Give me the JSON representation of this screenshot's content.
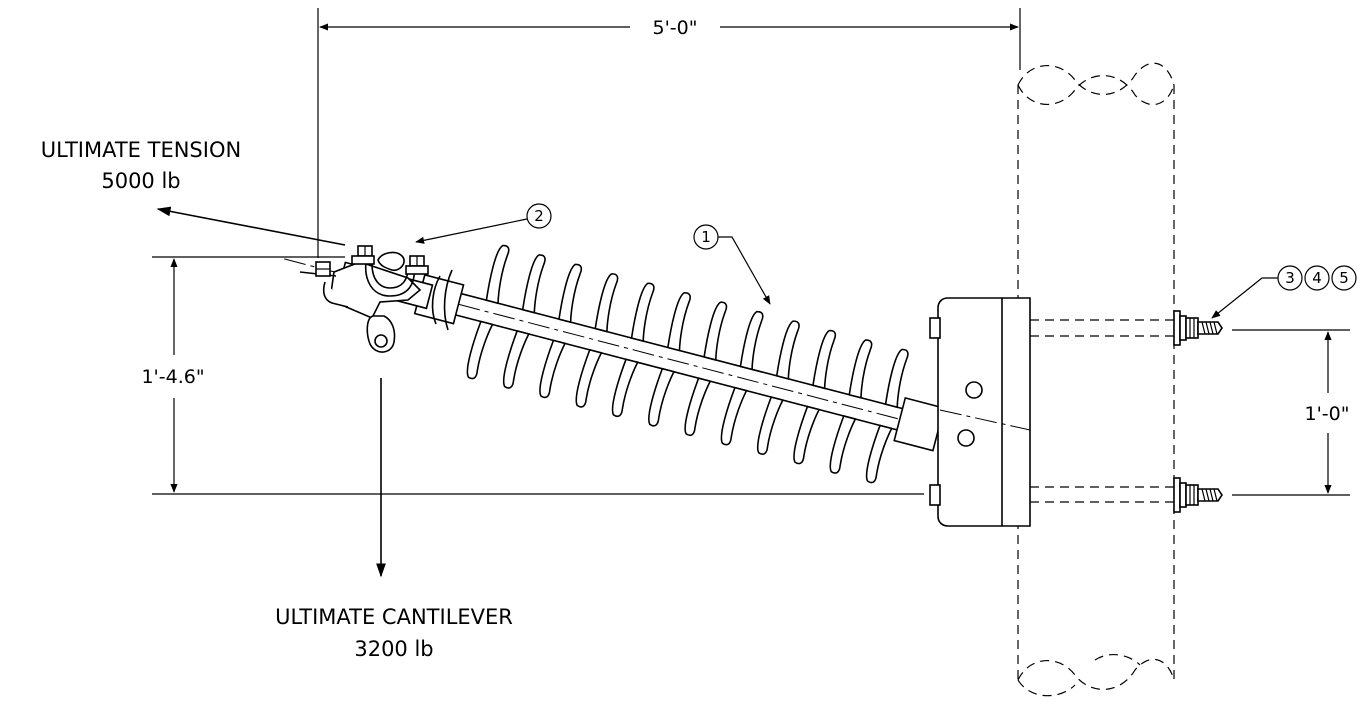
{
  "labels": {
    "tension_title": "ULTIMATE TENSION",
    "tension_value": "5000 lb",
    "cantilever_title": "ULTIMATE CANTILEVER",
    "cantilever_value": "3200 lb"
  },
  "dimensions": {
    "horizontal": "5'-0\"",
    "vertical_left": "1'-4.6\"",
    "vertical_right": "1'-0\""
  },
  "balloons": {
    "b1": "1",
    "b2": "2",
    "b3": "3",
    "b4": "4",
    "b5": "5"
  },
  "insulator": {
    "shed_count": 12
  }
}
